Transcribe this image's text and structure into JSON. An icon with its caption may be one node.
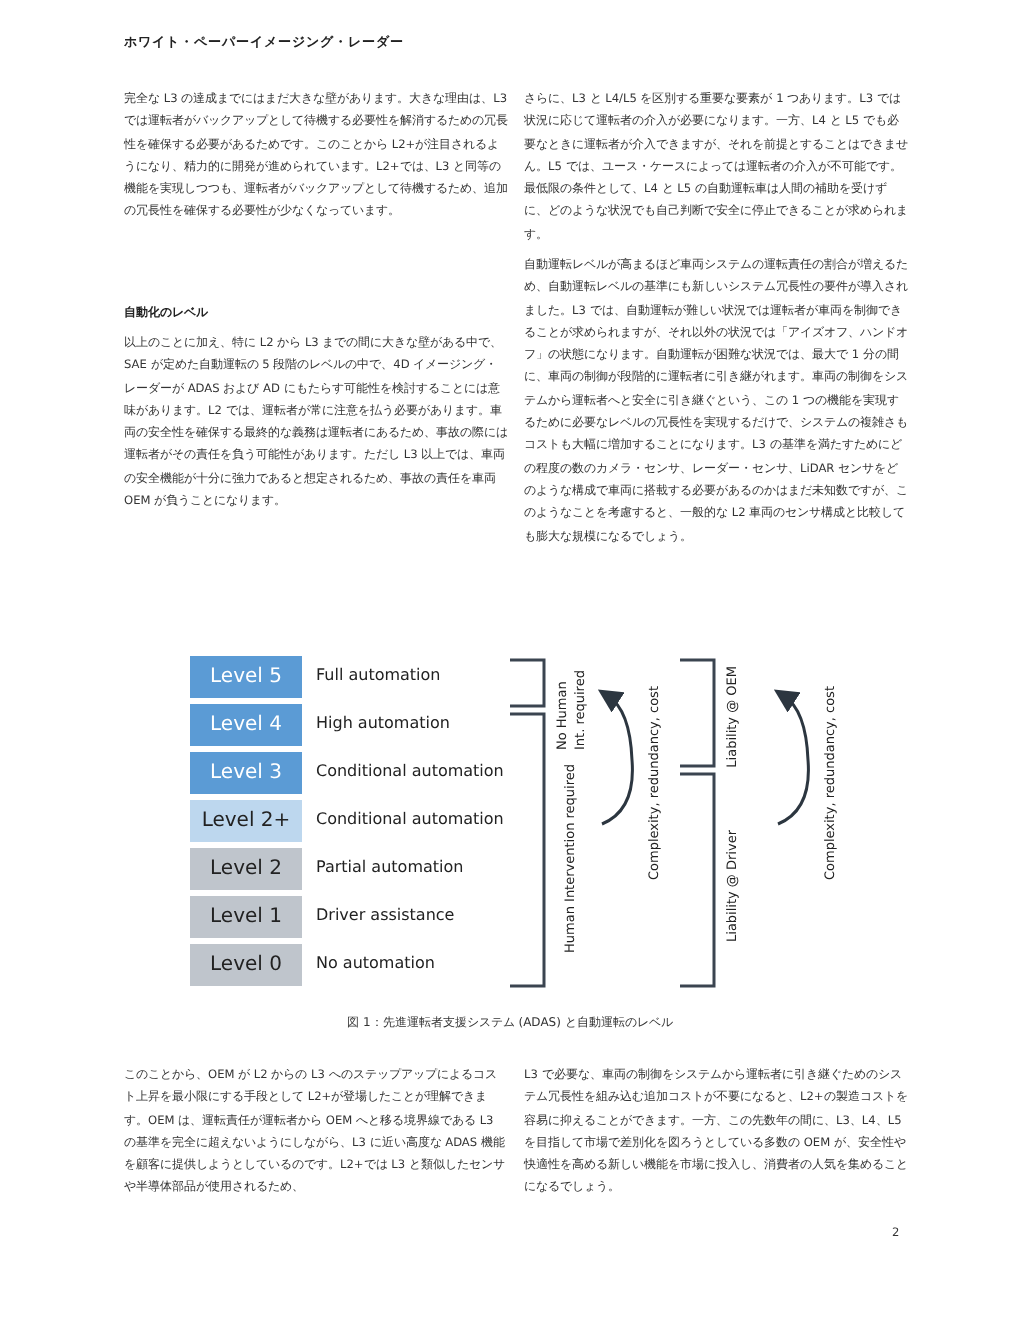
{
  "diagram": {
    "caption": "図 1：先進運転者支援システム (ADAS) と自動運転のレベル",
    "nodes": [
      {
        "text": [
          "Level 5"
        ],
        "beside": [
          "Full automation"
        ]
      },
      {
        "text": [
          "Level 4"
        ],
        "beside": [
          "High automation"
        ]
      },
      {
        "text": [
          "Level 3"
        ],
        "beside": [
          "Conditional automation"
        ]
      },
      {
        "text": [
          "Level 2+"
        ],
        "beside": [
          "Conditional automation"
        ]
      },
      {
        "text": [
          "Level 2"
        ],
        "beside": [
          "Partial automation"
        ]
      },
      {
        "text": [
          "Level 1"
        ],
        "beside": [
          "Driver assistance"
        ]
      },
      {
        "text": [
          "Level 0"
        ],
        "beside": [
          "No automation"
        ]
      }
    ],
    "edges": [],
    "labels": [
      "ホワイト・ペーパーイメージング・レーダー",
      "完全な L3 の達成までにはまだ大きな壁があります。大きな理由は、L3 では運転者がバックアップとして待機する必要性を解消するための冗長性を確保する必要があるためです。このことから L2+が注目されるようになり、精力的に開発が進められています。L2+では、L3 と同等の機能を実現しつつも、運転者がバックアップとして待機するため、追加の冗長性を確保する必要性が少なくなっています。",
      "自動化のレベル",
      "以上のことに加え、特に L2 から L3 までの間に大きな壁がある中で、SAE が定めた自動運転の 5 段階のレベルの中で、4D イメージング・レーダーが ADAS および AD にもたらす可能性を検討することには意味があります。L2 では、運転者が常に注意を払う必要があります。車両の安全性を確保する最終的な義務は運転者にあるため、事故の際には運転者がその責任を負う可能性があります。ただし L3 以上では、車両の安全機能が十分に強力であると想定されるため、事故の責任を車両 OEM が負うことになります。",
      "さらに、L3 と L4/L5 を区別する重要な要素が 1 つあります。L3 では状況に応じて運転者の介入が必要になります。一方、L4 と L5 でも必要なときに運転者が介入できますが、それを前提とすることはできません。L5 では、ユース・ケースによっては運転者の介入が不可能です。最低限の条件として、L4 と L5 の自動運転車は人間の補助を受けずに、どのような状況でも自己判断で安全に停止できることが求められます。",
      "自動運転レベルが高まるほど車両システムの運転責任の割合が増えるため、自動運転レベルの基準にも新しいシステム冗長性の要件が導入されました。L3 では、自動運転が難しい状況では運転者が車両を制御できることが求められますが、それ以外の状況では「アイズオフ、ハンドオフ」の状態になります。自動運転が困難な状況では、最大で 1 分の間に、車両の制御が段階的に運転者に引き継がれます。車両の制御をシステムから運転者へと安全に引き継ぐという、この 1 つの機能を実現するために必要なレベルの冗長性を実現するだけで、システムの複雑さもコストも大幅に増加することになります。L3 の基準を満たすためにどの程度の数のカメラ・センサ、レーダー・センサ、LiDAR センサをどのような構成で車両に搭載する必要があるのかはまだ未知数ですが、このようなことを考慮すると、一般的な L2 車両のセンサ構成と比較しても膨大な規模になるでしょう。",
      "No Human Int. required",
      "Human Intervention required",
      "Complexity, redundancy, cost",
      "Liability @ OEM",
      "Liability @ Driver",
      "Complexity, redundancy, cost",
      "このことから、OEM が L2 からの L3 へのステップアップによるコスト上昇を最小限にする手段として L2+が登場したことが理解できます。OEM は、運転責任が運転者から OEM へと移る境界線である L3 の基準を完全に超えないようにしながら、L3 に近い高度な ADAS 機能を顧客に提供しようとしているのです。L2+では L3 と類似したセンサや半導体部品が使用されるため、",
      "L3 で必要な、車両の制御をシステムから運転者に引き継ぐためのシステム冗長性を組み込む追加コストが不要になると、L2+の製造コストを容易に抑えることができます。一方、この先数年の間に、L3、L4、L5 を目指して市場で差別化を図ろうとしている多数の OEM が、安全性や快適性を高める新しい機能を市場に投入し、消費者の人気を集めることになるでしょう。",
      "2"
    ]
  }
}
